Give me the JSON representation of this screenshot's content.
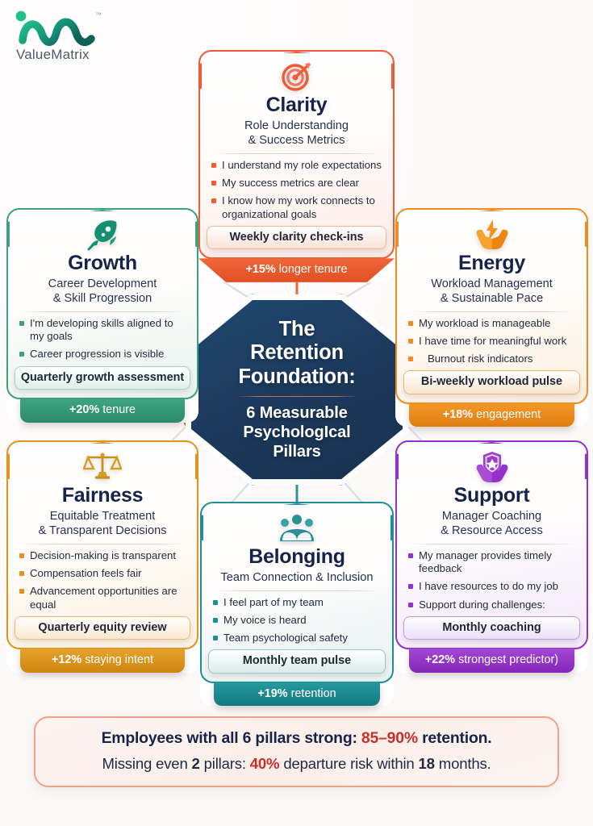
{
  "brand": {
    "name_part1": "Value",
    "name_part2": "Matrix",
    "trademark": "™",
    "logo_icon": "wave-m-logo",
    "accent": "#1fb98a",
    "accent_dark": "#0f6b58"
  },
  "center": {
    "title_line1": "The",
    "title_line2": "Retention",
    "title_line3": "Foundation:",
    "subtitle_line1": "6 Measurable",
    "subtitle_line2": "PsychologIcal",
    "subtitle_line3": "Pillars",
    "bg_color": "#1d3b5e"
  },
  "pillars": [
    {
      "id": "clarity",
      "icon": "target-icon",
      "title": "Clarity",
      "subtitle_line1": "Role Understanding",
      "subtitle_line2": "& Success Metrics",
      "items": [
        "I understand my role expectations",
        "My success metrics are clear",
        "I know how my work connects to organizational goals"
      ],
      "action": "Weekly clarity check-ins",
      "metric_value": "+15%",
      "metric_label": "longer tenure",
      "color": "#ef5b35"
    },
    {
      "id": "growth",
      "icon": "rocket-icon",
      "title": "Growth",
      "subtitle_line1": "Career Development",
      "subtitle_line2": "& Skill Progression",
      "items": [
        "I'm developing skills aligned to my goals",
        "Career progression is visible"
      ],
      "action": "Quarterly growth assessment",
      "metric_value": "+20%",
      "metric_label": "tenure",
      "color": "#3f9f7f"
    },
    {
      "id": "energy",
      "icon": "energy-hands-icon",
      "title": "Energy",
      "subtitle_line1": "Workload Management",
      "subtitle_line2": "& Sustainable Pace",
      "items": [
        "My workload is manageable",
        "I have time for meaningful work",
        "Burnout risk indicators"
      ],
      "action": "Bi-weekly workload pulse",
      "metric_value": "+18%",
      "metric_label": "engagement",
      "color": "#f08a23"
    },
    {
      "id": "fairness",
      "icon": "scales-icon",
      "title": "Fairness",
      "subtitle_line1": "Equitable Treatment",
      "subtitle_line2": "& Transparent Decisions",
      "items": [
        "Decision-making is transparent",
        "Compensation feels fair",
        "Advancement opportunities are equal"
      ],
      "action": "Quarterly equity review",
      "metric_value": "+12%",
      "metric_label": "staying intent",
      "color": "#e0941f"
    },
    {
      "id": "belonging",
      "icon": "people-group-icon",
      "title": "Belonging",
      "subtitle_line1": "Team Connection & Inclusion",
      "subtitle_line2": "",
      "items": [
        "I feel part of my team",
        "My voice is heard",
        "Team psychological safety"
      ],
      "action": "Monthly team pulse",
      "metric_value": "+19%",
      "metric_label": "retention",
      "color": "#1f8f95"
    },
    {
      "id": "support",
      "icon": "shield-hands-icon",
      "title": "Support",
      "subtitle_line1": "Manager Coaching",
      "subtitle_line2": "& Resource Access",
      "items": [
        "My manager provides timely feedback",
        "I have resources to do my job",
        "Support during challenges:"
      ],
      "action": "Monthly coaching",
      "metric_value": "+22%",
      "metric_label": "strongest predictor)",
      "color": "#9331c9"
    }
  ],
  "banner": {
    "line1_a": "Employees with all ",
    "line1_b": "6",
    "line1_c": " pillars strong: ",
    "line1_highlight": "85–90%",
    "line1_d": " retention.",
    "line2_a": "Missing even ",
    "line2_b": "2",
    "line2_c": " pillars: ",
    "line2_highlight": "40%",
    "line2_d": " departure risk within ",
    "line2_e": "18",
    "line2_f": " months.",
    "highlight_color": "#c9302c"
  }
}
